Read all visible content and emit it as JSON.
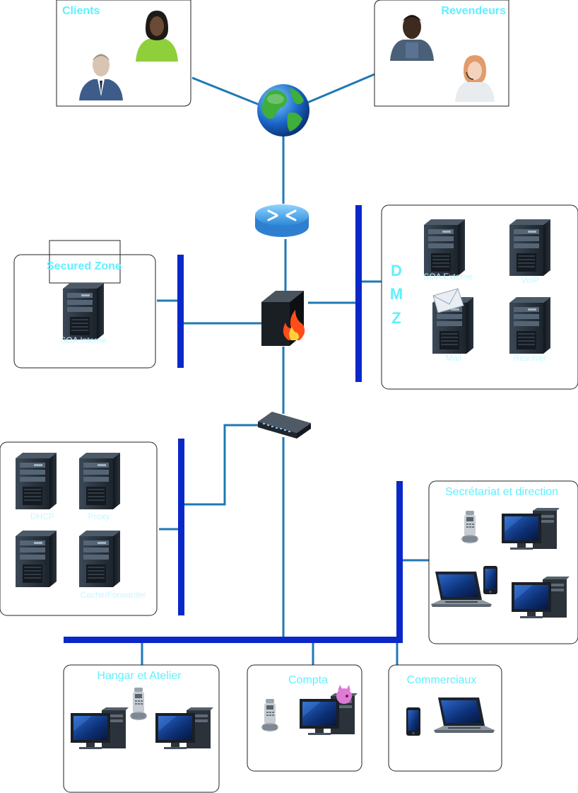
{
  "zones": {
    "clients": "Clients",
    "revendeurs": "Revendeurs",
    "secured_zone": "Secured Zone",
    "dmz_letters": [
      "D",
      "M",
      "Z"
    ],
    "secretariat": "Secrétariat et direction",
    "hangar": "Hangar et Atelier",
    "compta": "Compta",
    "commerciaux": "Commerciaux"
  },
  "servers": {
    "soa_interne": "SOA Interne",
    "soa_externe": "SOA Externe",
    "voip": "VoIP",
    "mail": "Mail",
    "resolver": "Resolver",
    "dhcp": "DHCP",
    "proxy": "Proxy",
    "cache_forwarder": "Cache/Forwarder"
  },
  "colors": {
    "link": "#1f78b4",
    "bus": "#0a28c8",
    "title": "#5ff0ff",
    "label": "#c8f6ff"
  },
  "icons": [
    "globe-icon",
    "router-icon",
    "firewall-icon",
    "switch-icon",
    "server-icon",
    "desktop-icon",
    "laptop-icon",
    "smartphone-icon",
    "voip-phone-icon",
    "person-icon",
    "mail-icon",
    "piggy-bank-icon"
  ]
}
